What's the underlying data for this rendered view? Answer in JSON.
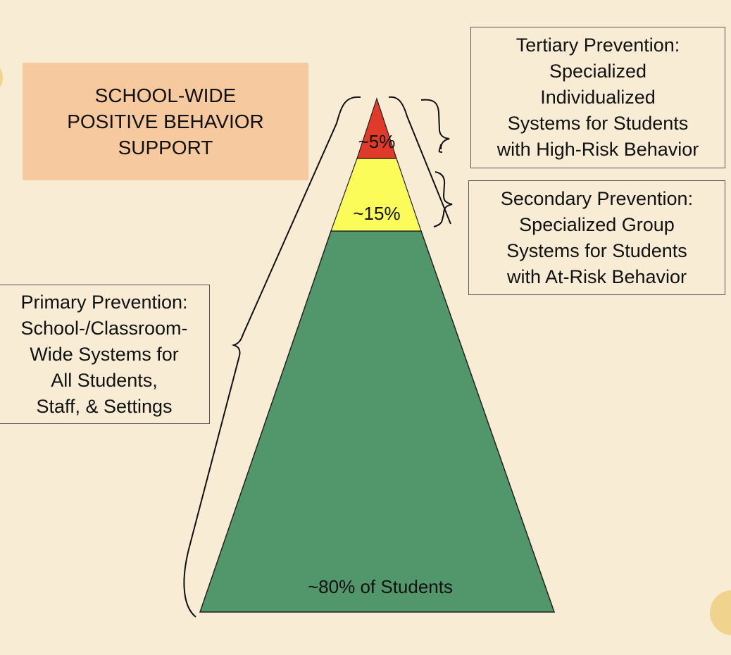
{
  "title": [
    "SCHOOL-WIDE",
    "POSITIVE BEHAVIOR",
    "SUPPORT"
  ],
  "tiers": {
    "tertiary": {
      "percent": "~5%",
      "lines": [
        "Tertiary Prevention:",
        "Specialized",
        "Individualized",
        "Systems for Students",
        "with High-Risk Behavior"
      ],
      "color": "#e03a2a"
    },
    "secondary": {
      "percent": "~15%",
      "lines": [
        "Secondary Prevention:",
        "Specialized Group",
        "Systems for Students",
        "with At-Risk Behavior"
      ],
      "color": "#fbfb5a"
    },
    "primary": {
      "percent": "~80% of Students",
      "lines": [
        "Primary Prevention:",
        "School-/Classroom-",
        "Wide Systems for",
        "All Students,",
        "Staff, & Settings"
      ],
      "color": "#52976c"
    }
  },
  "colors": {
    "background": "#f8ecd4",
    "title_box": "#f6c99e",
    "accent_circle": "#f0d48e"
  }
}
